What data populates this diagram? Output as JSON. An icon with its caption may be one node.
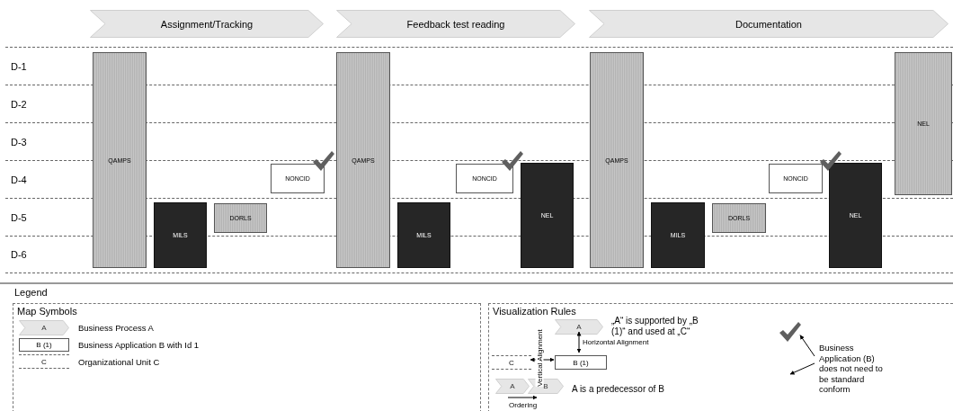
{
  "diagram": {
    "nodes": [
      {
        "text": [
          "Assignment/Tracking"
        ]
      },
      {
        "text": [
          "Feedback test reading"
        ]
      },
      {
        "text": [
          "Documentation"
        ]
      },
      {
        "text": [
          "D-1"
        ]
      },
      {
        "text": [
          "D-2"
        ]
      },
      {
        "text": [
          "D-3"
        ]
      },
      {
        "text": [
          "D-4"
        ]
      },
      {
        "text": [
          "D-5"
        ]
      },
      {
        "text": [
          "D-6"
        ]
      },
      {
        "text": [
          "QAMPS"
        ]
      },
      {
        "text": [
          "MILS"
        ]
      },
      {
        "text": [
          "DORLS"
        ],
        "in": 7
      },
      {
        "text": [
          "NONCID"
        ],
        "in": 6
      },
      {
        "text": [
          "QAMPS"
        ]
      },
      {
        "text": [
          "MILS"
        ]
      },
      {
        "text": [
          "NONCID"
        ],
        "in": 6
      },
      {
        "text": [
          "NEL"
        ]
      },
      {
        "text": [
          "QAMPS"
        ]
      },
      {
        "text": [
          "MILS"
        ]
      },
      {
        "text": [
          "DORLS"
        ],
        "in": 7
      },
      {
        "text": [
          "NONCID"
        ],
        "in": 6
      },
      {
        "text": [
          "NEL"
        ]
      },
      {
        "text": [
          "NEL"
        ]
      },
      {
        "text": [
          "Legend"
        ]
      },
      {
        "text": [
          "Map Symbols"
        ],
        "in": 23
      },
      {
        "text": [
          "Visualization Rules"
        ],
        "in": 23
      },
      {
        "text": [
          "A"
        ],
        "in": 24,
        "beside": [
          "Business Process A"
        ]
      },
      {
        "text": [
          "B (1)"
        ],
        "in": 24,
        "beside": [
          "Business Application B with Id 1"
        ]
      },
      {
        "text": [
          "C"
        ],
        "in": 24,
        "beside": [
          "Organizational Unit C"
        ]
      },
      {
        "text": [
          "A"
        ],
        "in": 25
      },
      {
        "text": [
          "B (1)"
        ],
        "in": 25
      },
      {
        "text": [
          "C"
        ],
        "in": 25
      },
      {
        "text": [
          "A"
        ],
        "in": 25
      },
      {
        "text": [
          "B"
        ],
        "in": 25
      },
      {
        "text": [],
        "shape": "checkmark",
        "in": 25
      },
      {
        "text": [
          "Business Application (B) does not need to be standard conform"
        ],
        "in": 25
      }
    ],
    "edges": [
      {
        "from": 29,
        "to": 30,
        "arrow": "both",
        "label": "Horizontal Alignment"
      },
      {
        "from": 31,
        "to": 30,
        "arrow": "both",
        "label": "Vertical Alignment"
      },
      {
        "from": 35,
        "to": 34,
        "arrow": "to"
      },
      {
        "from": 35,
        "to": null,
        "arrow": "to"
      }
    ],
    "labels": [
      "„A“ is supported by „B (1)“ and used at „C“",
      "A is a predecessor of B",
      "Ordering"
    ]
  }
}
